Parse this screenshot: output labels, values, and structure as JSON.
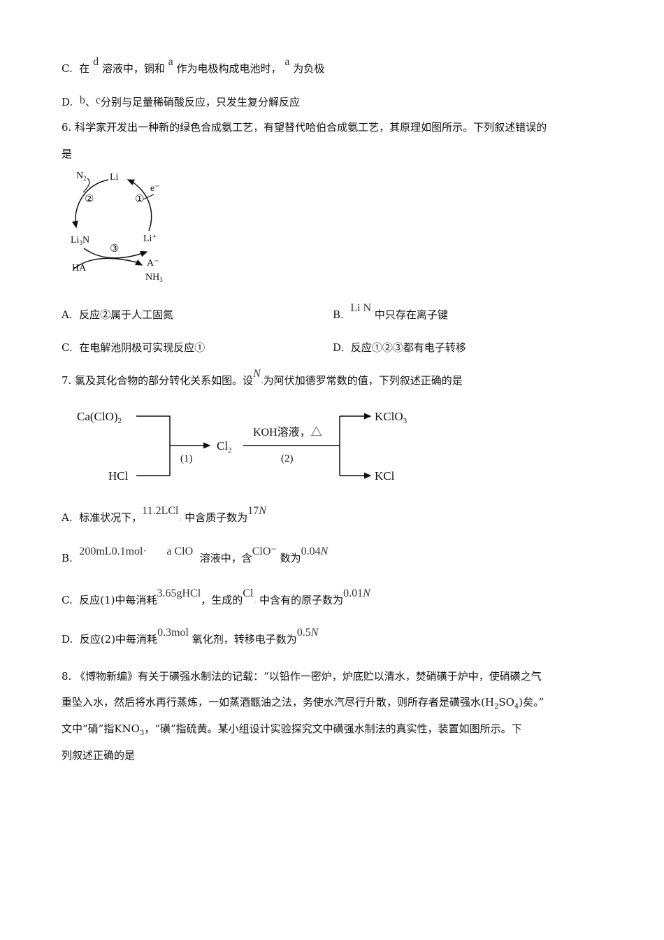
{
  "q5": {
    "optC": {
      "label": "C.",
      "t1": "在",
      "v1": "d",
      "t2": "溶液中，铜和",
      "v2": "a",
      "t3": "作为电极构成电池时，",
      "v3": "a",
      "t4": "为负极"
    },
    "optD": {
      "label": "D.",
      "v1": "b",
      "sep": "、",
      "v2": "c",
      "t1": "分别与足量稀硝酸反应，只发生复分解反应"
    }
  },
  "q6": {
    "stem_line1": "6. 科学家开发出一种新的绿色合成氨工艺，有望替代哈伯合成氨工艺，其原理如图所示。下列叙述错误的是",
    "stem_line1a": "6. 科学家开发出一种新的绿色合成氨工艺，有望替代哈伯合成氨工艺，其原理如图所示。下列叙述错误的",
    "stem_line2": "是",
    "diagram": {
      "n2": "N",
      "n2_sub": "2",
      "li": "Li",
      "e": "e⁻",
      "step1": "①",
      "step2": "②",
      "step3": "③",
      "li3n_a": "Li",
      "li3n_sub": "3",
      "li3n_b": "N",
      "li_plus": "Li⁺",
      "ha": "HA",
      "a_minus": "A⁻",
      "nh3": "NH",
      "nh3_sub": "3"
    },
    "optA": {
      "label": "A.",
      "text": "反应②属于人工固氮"
    },
    "optB": {
      "label": "B.",
      "formula": "Li N",
      "text": "中只存在离子键"
    },
    "optC": {
      "label": "C.",
      "text": "在电解池阴极可实现反应①"
    },
    "optD": {
      "label": "D.",
      "text": "反应①②③都有电子转移"
    }
  },
  "q7": {
    "stem_a": "7. 氯及其化合物的部分转化关系如图。设",
    "stem_var": "N",
    "stem_b": "为阿伏加德罗常数的值，下列叙述正确的是",
    "flow": {
      "caclo2": "Ca(ClO)",
      "caclo2_sub": "2",
      "hcl": "HCl",
      "step1": "(1)",
      "cl2": "Cl",
      "cl2_sub": "2",
      "cond": "KOH溶液，△",
      "step2": "(2)",
      "kclo3": "KClO",
      "kclo3_sub": "3",
      "kcl": "KCl"
    },
    "optA": {
      "label": "A.",
      "t1": "标准状况下，",
      "f1": "11.2LCl",
      "t2": "中含质子数为",
      "f2": "17",
      "f2v": "N"
    },
    "optB": {
      "label": "B.",
      "f1": "200mL0.1mol·",
      "f2": "a  ClO",
      "t1": "溶液中，含",
      "f3": "ClO⁻",
      "t2": "数为",
      "f4": "0.04",
      "f4v": "N"
    },
    "optC": {
      "label": "C.",
      "t1": "反应(1)中每消耗",
      "f1": "3.65gHCl",
      "t2": "，生成的",
      "f2": "Cl",
      "t3": "中含有的原子数为",
      "f3": "0.01",
      "f3v": "N"
    },
    "optD": {
      "label": "D.",
      "t1": "反应(2)中每消耗",
      "f1": "0.3mol",
      "t2": "氧化剂，转移电子数为",
      "f2": "0.5",
      "f2v": "N"
    }
  },
  "q8": {
    "line1": "8. 《博物新编》有关于磺强水制法的记载：“以铅作一密炉，炉底贮以清水，焚硝磺于炉中，使硝磺之气",
    "line2a": "重坠入水，然后将水再行蒸炼，一如蒸酒甑油之法，务使水汽尽行升散，则所存者是磺强水(H",
    "line2_sub1": "2",
    "line2b": "SO",
    "line2_sub2": "4",
    "line2c": ")矣。”",
    "line3a": "文中“硝”指KNO",
    "line3_sub": "3",
    "line3b": "，“磺”指硫黄。某小组设计实验探究文中磺强水制法的真实性，装置如图所示。下",
    "line4": "列叙述正确的是"
  }
}
